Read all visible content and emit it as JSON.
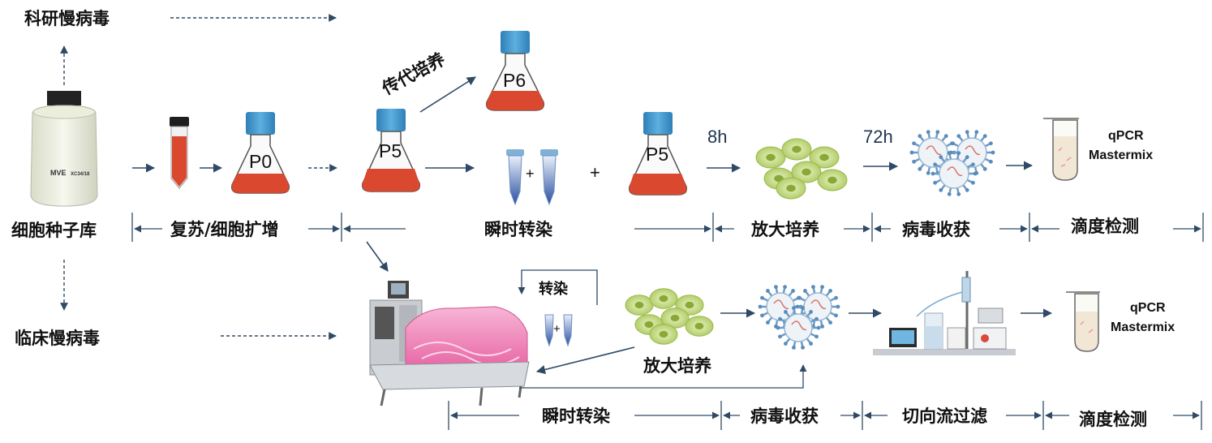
{
  "labels": {
    "research_lentivirus": "科研慢病毒",
    "clinical_lentivirus": "临床慢病毒",
    "cell_bank": "细胞种子库",
    "recovery_expansion": "复苏/细胞扩增",
    "passage_culture": "传代培养",
    "transient_transfection_top": "瞬时转染",
    "scale_up_top": "放大培养",
    "harvest_top": "病毒收获",
    "titer_top": "滴度检测",
    "transfection_small": "转染",
    "scale_up_bottom": "放大培养",
    "transient_transfection_bottom": "瞬时转染",
    "harvest_bottom": "病毒收获",
    "tff": "切向流过滤",
    "titer_bottom": "滴度检测"
  },
  "flasks": {
    "p0": "P0",
    "p5_a": "P5",
    "p6": "P6",
    "p5_b": "P5"
  },
  "times": {
    "t8": "8h",
    "t72": "72h"
  },
  "dewar_label": "MVE",
  "dewar_model": "XC34/18",
  "qpcr_top": {
    "line1": "qPCR",
    "line2": "Mastermix"
  },
  "qpcr_bottom": {
    "line1": "qPCR",
    "line2": "Mastermix"
  },
  "plus_sign": "+",
  "colors": {
    "arrow": "#2f4a66",
    "media_red": "#d9482f",
    "cap_blue": "#3a8fc8",
    "cell_green": "#b7d36a",
    "virus_blue": "#6b9cc8",
    "bag_pink": "#f28fc0"
  }
}
